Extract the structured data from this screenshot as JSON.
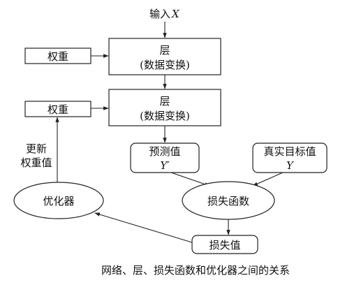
{
  "input": {
    "label": "输入",
    "symbol": "X"
  },
  "layer1": {
    "title": "层",
    "subtitle": "(数据变换)"
  },
  "layer2": {
    "title": "层",
    "subtitle": "(数据变换)"
  },
  "weights1": {
    "label": "权重"
  },
  "weights2": {
    "label": "权重"
  },
  "prediction": {
    "label": "预测值",
    "symbol": "Y′"
  },
  "target": {
    "label": "真实目标值",
    "symbol": "Y"
  },
  "loss_function": {
    "label": "损失函数"
  },
  "loss_value": {
    "label": "损失值"
  },
  "optimizer": {
    "label": "优化器"
  },
  "update_edge": {
    "line1": "更新",
    "line2": "权重值"
  },
  "caption": "网络、层、损失函数和优化器之间的关系"
}
